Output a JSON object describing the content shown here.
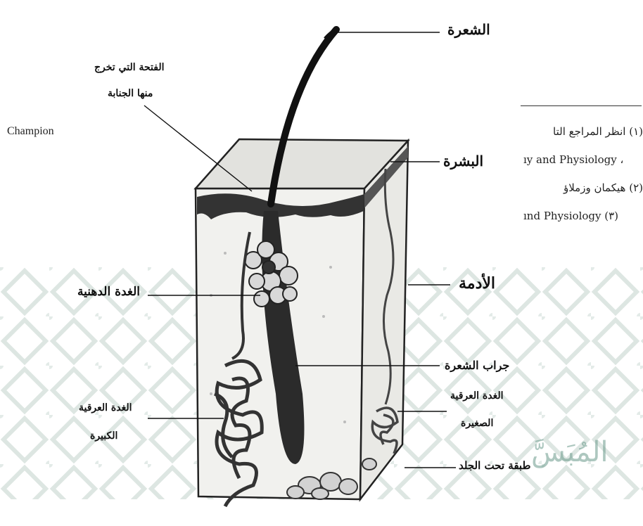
{
  "labels": {
    "hair": "الشعرة",
    "pore": "الفتحة التي تخرج",
    "pore_line2": "منها الجنابة",
    "epidermis": "البشرة",
    "dermis": "الأدمة",
    "sebaceous": "الغدة الدهنية",
    "follicle": "جراب الشعرة",
    "small_gland": "الغدة العرقية",
    "small_gland_line2": "الصغيرة",
    "large_gland": "الغدة العرقية",
    "large_gland_line2": "الكبيرة",
    "subcutaneous": "طبقة تحت الجلد"
  },
  "page": {
    "champion": "Champion",
    "ref1": "(١) انظر المراجع التا",
    "ref2": "ıy and Physiology ،",
    "ref3": "(٢) هيكمان وزملاؤ",
    "ref4": "ınd Physiology  (٣)",
    "watermark": "المُبَسَّ"
  }
}
